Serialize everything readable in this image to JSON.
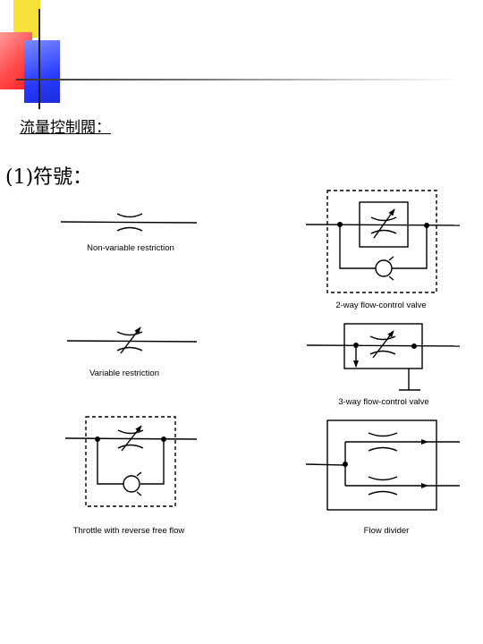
{
  "heading": "流量控制閥：",
  "subheading": "(1)符號：",
  "symbols": [
    {
      "label": "Non-variable restriction"
    },
    {
      "label": "Variable restriction"
    },
    {
      "label": "Throttle with reverse free flow"
    },
    {
      "label": "2-way flow-control valve"
    },
    {
      "label": "3-way flow-control valve"
    },
    {
      "label": "Flow divider"
    }
  ]
}
